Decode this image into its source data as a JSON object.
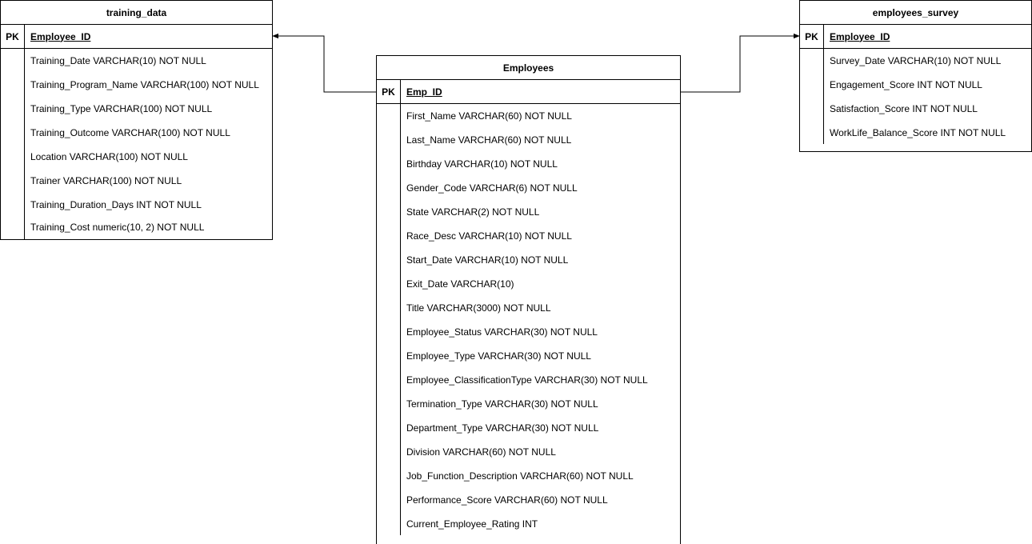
{
  "colors": {
    "line": "#000000",
    "background": "#ffffff"
  },
  "entities": {
    "training_data": {
      "title": "training_data",
      "pk_label": "PK",
      "pk_name": "Employee_ID",
      "fields": [
        "Training_Date VARCHAR(10) NOT NULL",
        "Training_Program_Name VARCHAR(100) NOT NULL",
        "Training_Type VARCHAR(100) NOT NULL",
        "Training_Outcome VARCHAR(100) NOT NULL",
        "Location VARCHAR(100) NOT NULL",
        "Trainer VARCHAR(100) NOT NULL",
        "Training_Duration_Days INT NOT NULL",
        "Training_Cost numeric(10, 2) NOT NULL"
      ]
    },
    "employees": {
      "title": "Employees",
      "pk_label": "PK",
      "pk_name": "Emp_ID",
      "fields": [
        "First_Name VARCHAR(60) NOT NULL",
        "Last_Name VARCHAR(60) NOT NULL",
        "Birthday VARCHAR(10) NOT NULL",
        "Gender_Code VARCHAR(6) NOT NULL",
        "State VARCHAR(2) NOT NULL",
        "Race_Desc VARCHAR(10) NOT NULL",
        "Start_Date VARCHAR(10) NOT NULL",
        "Exit_Date VARCHAR(10)",
        "Title VARCHAR(3000) NOT NULL",
        "Employee_Status VARCHAR(30) NOT NULL",
        "Employee_Type VARCHAR(30) NOT NULL",
        "Employee_ClassificationType VARCHAR(30) NOT NULL",
        "Termination_Type VARCHAR(30) NOT NULL",
        "Department_Type VARCHAR(30) NOT NULL",
        "Division VARCHAR(60) NOT NULL",
        "Job_Function_Description VARCHAR(60) NOT NULL",
        "Performance_Score VARCHAR(60) NOT NULL",
        "Current_Employee_Rating INT"
      ]
    },
    "employees_survey": {
      "title": "employees_survey",
      "pk_label": "PK",
      "pk_name": "Employee_ID",
      "fields": [
        "Survey_Date VARCHAR(10) NOT NULL",
        "Engagement_Score INT NOT NULL",
        "Satisfaction_Score INT NOT NULL",
        "WorkLife_Balance_Score INT NOT NULL"
      ]
    }
  }
}
